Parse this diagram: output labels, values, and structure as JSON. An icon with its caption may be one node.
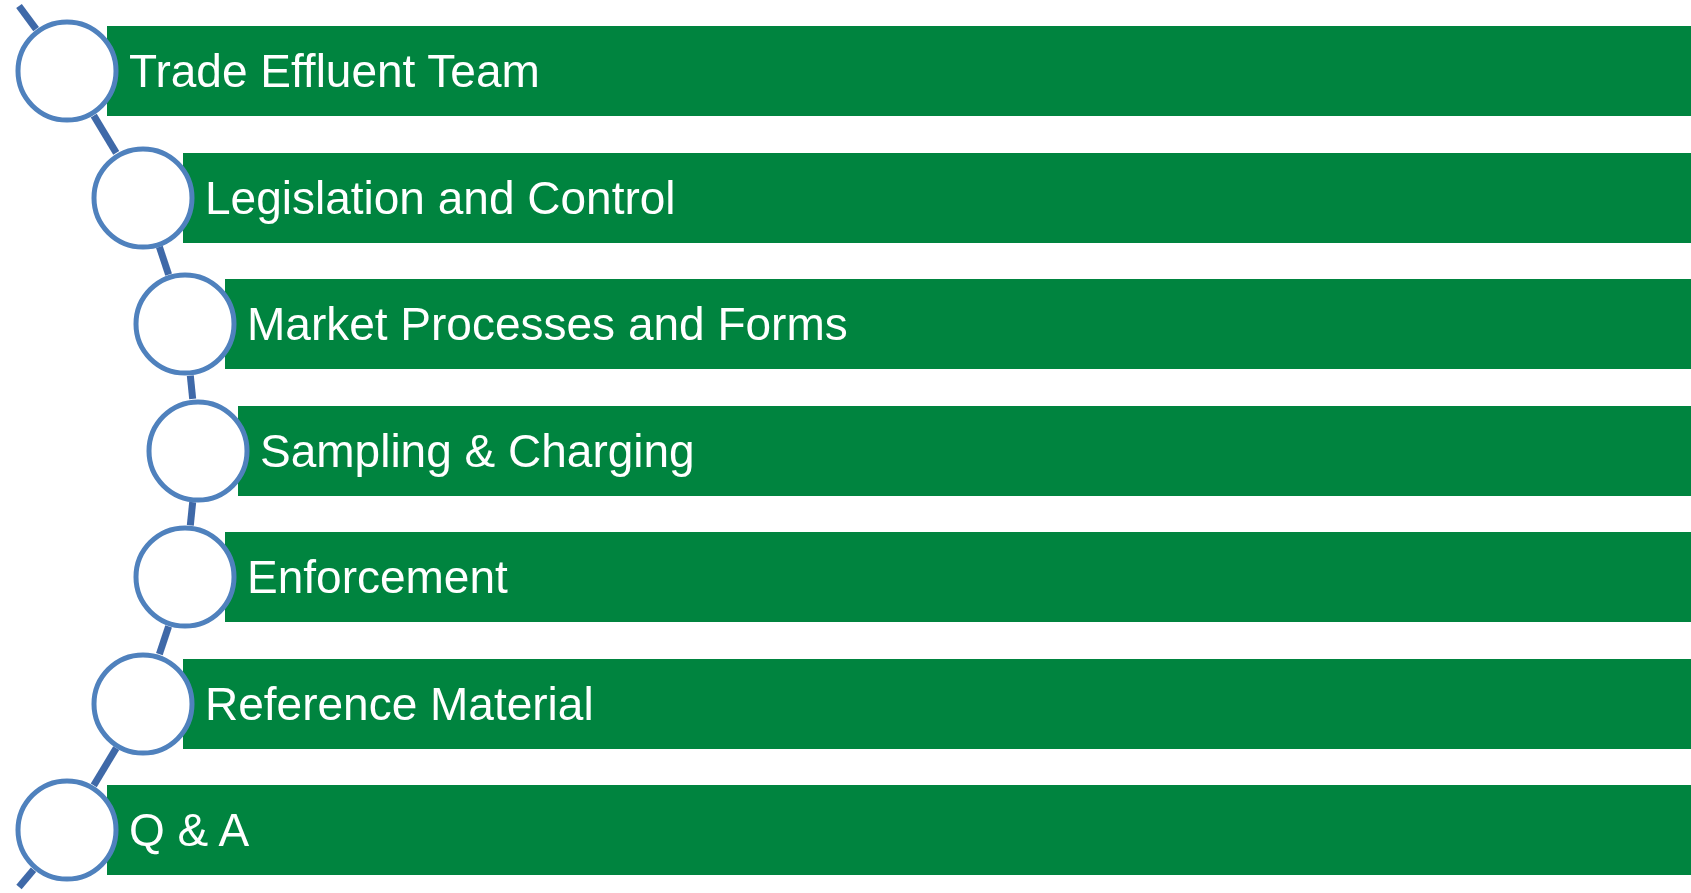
{
  "diagram": {
    "nodes": [
      {
        "text": [
          "Trade Effluent Team"
        ]
      },
      {
        "text": [
          "Legislation and Control"
        ]
      },
      {
        "text": [
          "Market Processes and Forms"
        ]
      },
      {
        "text": [
          "Sampling & Charging"
        ]
      },
      {
        "text": [
          "Enforcement"
        ]
      },
      {
        "text": [
          "Reference Material"
        ]
      },
      {
        "text": [
          "Q & A"
        ]
      },
      {
        "text": [],
        "shape": "circle"
      },
      {
        "text": [],
        "shape": "circle"
      },
      {
        "text": [],
        "shape": "circle"
      },
      {
        "text": [],
        "shape": "circle"
      },
      {
        "text": [],
        "shape": "circle"
      },
      {
        "text": [],
        "shape": "circle"
      },
      {
        "text": [],
        "shape": "circle"
      }
    ],
    "edges": [
      {
        "from": null,
        "to": 7,
        "arrow": "none"
      },
      {
        "from": 7,
        "to": 8,
        "arrow": "none"
      },
      {
        "from": 8,
        "to": 9,
        "arrow": "none"
      },
      {
        "from": 9,
        "to": 10,
        "arrow": "none"
      },
      {
        "from": 10,
        "to": 11,
        "arrow": "none"
      },
      {
        "from": 11,
        "to": 12,
        "arrow": "none"
      },
      {
        "from": 12,
        "to": 13,
        "arrow": "none"
      },
      {
        "from": 13,
        "to": null,
        "arrow": "none"
      }
    ]
  }
}
